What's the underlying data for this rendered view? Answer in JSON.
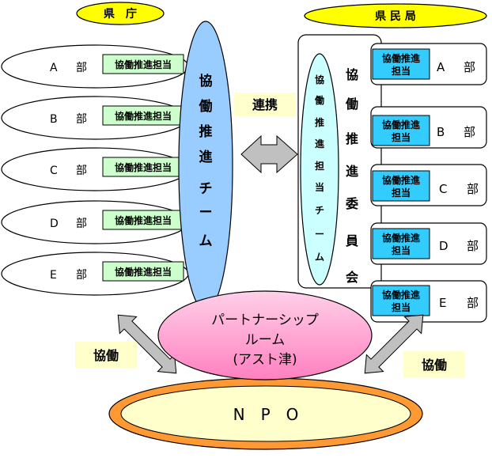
{
  "prefecture_label": "県　庁",
  "citizen_bureau_label": "県 民 局",
  "department_label": "部",
  "departments": [
    {
      "letter": "A"
    },
    {
      "letter": "B"
    },
    {
      "letter": "C"
    },
    {
      "letter": "D"
    },
    {
      "letter": "E"
    }
  ],
  "liaison_label": "協働推進担当",
  "liaison_label_lines": [
    "協働推進",
    "担当"
  ],
  "promotion_team": [
    "協",
    "働",
    "推",
    "進",
    "チ",
    "ー",
    "ム"
  ],
  "liaison_team": [
    "協",
    "働",
    "推",
    "進",
    "担",
    "当",
    "チ",
    "ー",
    "ム"
  ],
  "committee": [
    "協",
    "働",
    "推",
    "進",
    "委",
    "員",
    "会"
  ],
  "link_label": "連携",
  "collab_label": "協働",
  "partnership_lines": [
    "パートナーシップ",
    "ルーム",
    "(アスト津)"
  ],
  "npo_label": "N　P　O",
  "colors": {
    "blue_team": "#99ccff",
    "cyan_team": "#ccffff",
    "green_tag": "#ccffcc",
    "cyan_tag": "#33ccff",
    "yellow": "#ffff00",
    "label_bg": "#ffffcc",
    "pink": "#ff99cc",
    "orange": "#ff9933",
    "gray_arrow": "#c0c0c0"
  }
}
